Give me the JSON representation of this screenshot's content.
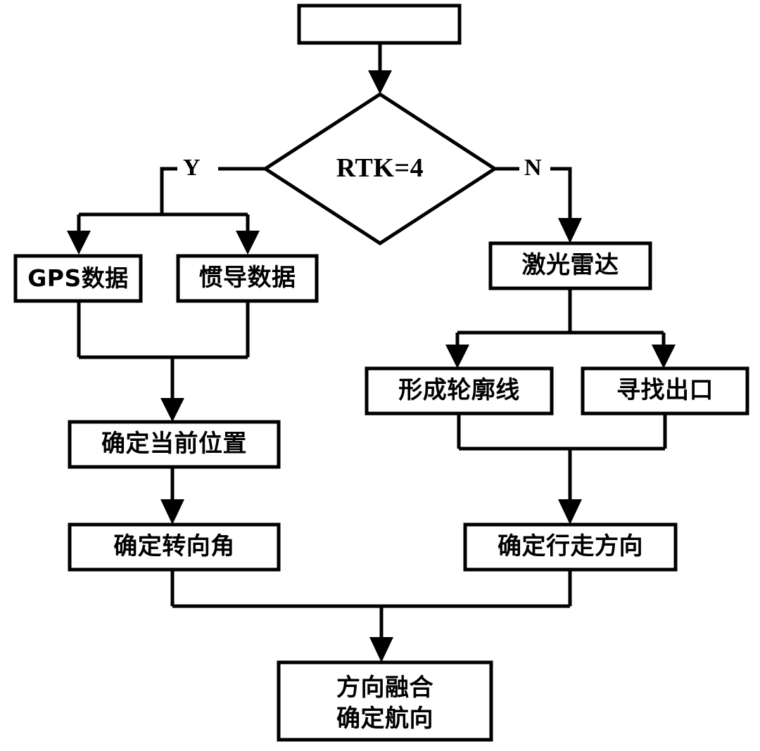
{
  "diagram": {
    "title": "RTK navigation decision flowchart",
    "colors": {
      "stroke": "#000000",
      "fill": "#ffffff",
      "text": "#000000"
    },
    "nodes": {
      "start": {
        "label": "",
        "shape": "rectangle"
      },
      "decision": {
        "label": "RTK=4",
        "shape": "diamond"
      },
      "gps": {
        "label": "GPS数据",
        "shape": "rectangle"
      },
      "ins": {
        "label": "惯导数据",
        "shape": "rectangle"
      },
      "lidar": {
        "label": "激光雷达",
        "shape": "rectangle"
      },
      "contour": {
        "label": "形成轮廓线",
        "shape": "rectangle"
      },
      "exit": {
        "label": "寻找出口",
        "shape": "rectangle"
      },
      "position": {
        "label": "确定当前位置",
        "shape": "rectangle"
      },
      "steering": {
        "label": "确定转向角",
        "shape": "rectangle"
      },
      "walkdir": {
        "label": "确定行走方向",
        "shape": "rectangle"
      },
      "fusion": {
        "line1": "方向融合",
        "line2": "确定航向",
        "shape": "rectangle"
      }
    },
    "branches": {
      "yes": "Y",
      "no": "N"
    }
  }
}
